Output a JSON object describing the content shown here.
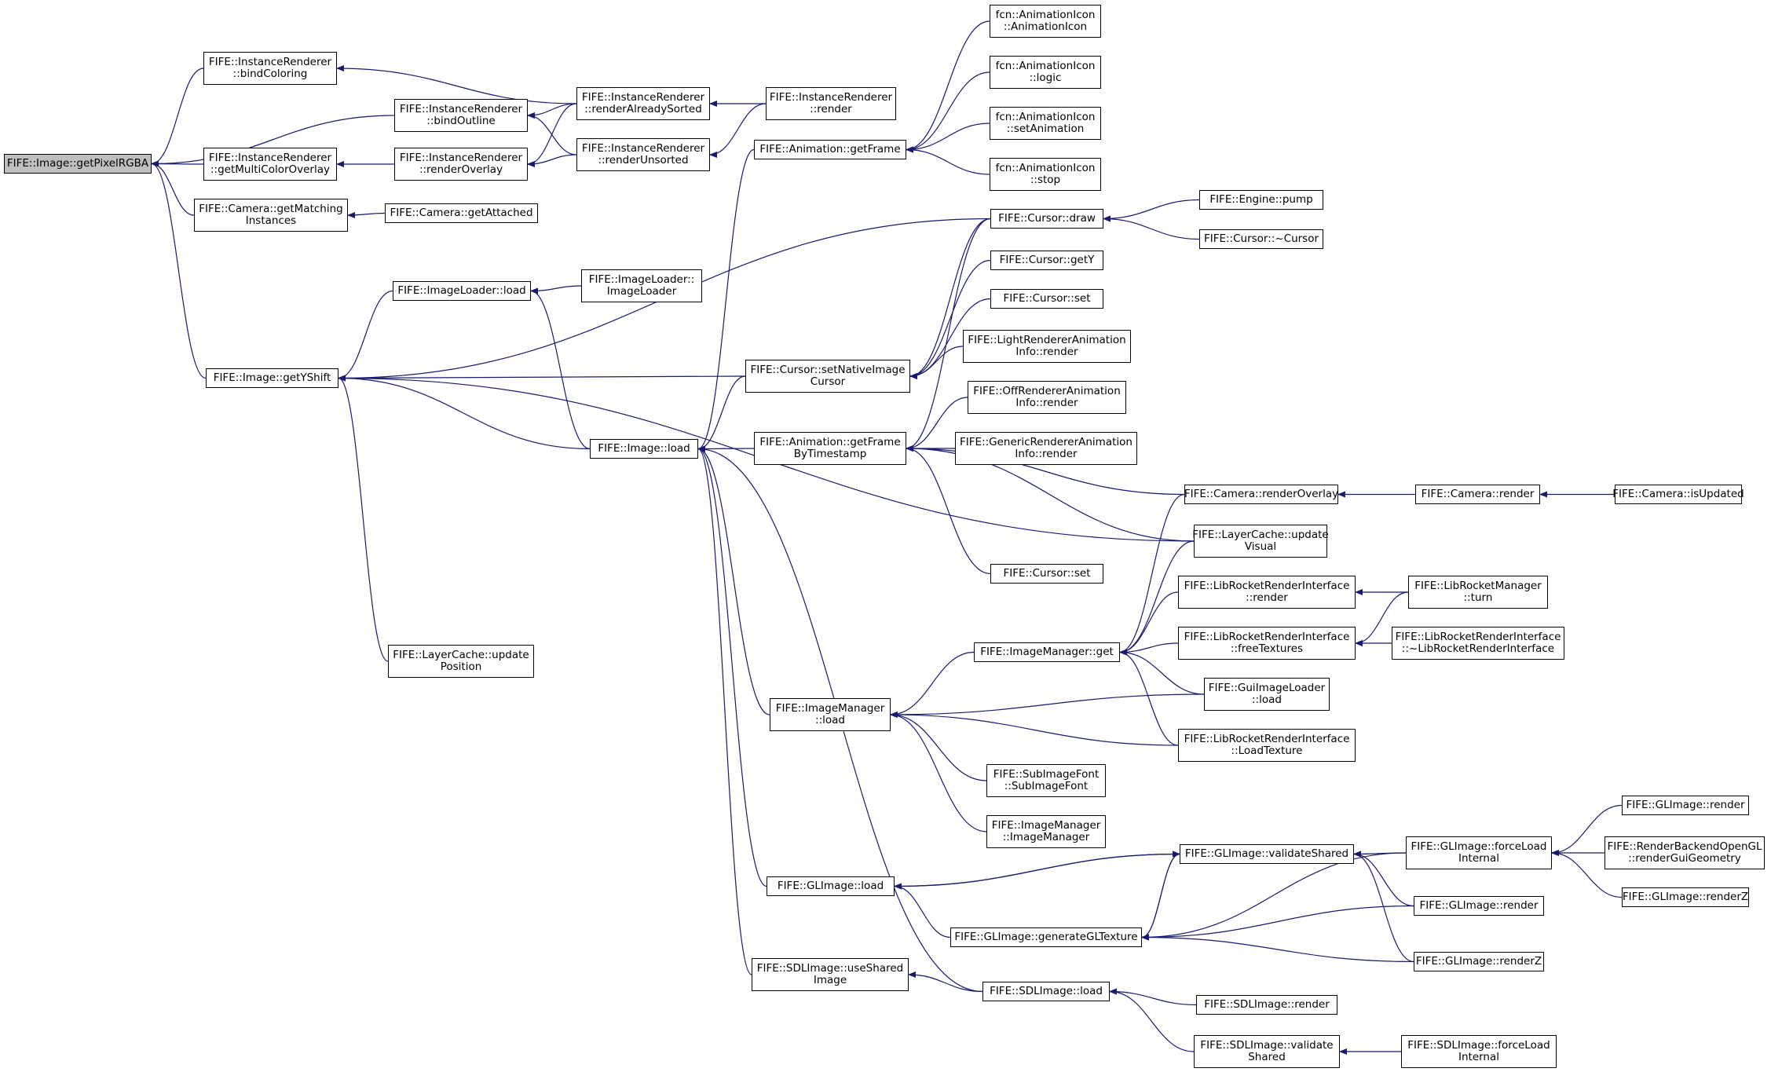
{
  "colors": {
    "edge": "#191970",
    "root_fill": "#bfbfbf",
    "node_fill": "#ffffff",
    "border": "#000000"
  },
  "nodes": {
    "n1": {
      "lines": [
        "FIFE::Image::getPixelRGBA"
      ]
    },
    "n2": {
      "lines": [
        "FIFE::InstanceRenderer",
        "::bindColoring"
      ]
    },
    "n3": {
      "lines": [
        "FIFE::InstanceRenderer",
        "::bindOutline"
      ]
    },
    "n4": {
      "lines": [
        "FIFE::InstanceRenderer",
        "::getMultiColorOverlay"
      ]
    },
    "n5": {
      "lines": [
        "FIFE::Camera::getMatching",
        "Instances"
      ]
    },
    "n6": {
      "lines": [
        "FIFE::Image::getYShift"
      ]
    },
    "n7": {
      "lines": [
        "FIFE::InstanceRenderer",
        "::renderAlreadySorted"
      ]
    },
    "n8": {
      "lines": [
        "FIFE::InstanceRenderer",
        "::renderUnsorted"
      ]
    },
    "n9": {
      "lines": [
        "FIFE::InstanceRenderer",
        "::renderOverlay"
      ]
    },
    "n10": {
      "lines": [
        "FIFE::InstanceRenderer",
        "::render"
      ]
    },
    "n11": {
      "lines": [
        "FIFE::Camera::getAttached"
      ]
    },
    "n12": {
      "lines": [
        "FIFE::ImageLoader::load"
      ]
    },
    "n13": {
      "lines": [
        "FIFE::ImageLoader::",
        "ImageLoader"
      ]
    },
    "n14": {
      "lines": [
        "FIFE::LayerCache::update",
        "Position"
      ]
    },
    "n15": {
      "lines": [
        "FIFE::Image::load"
      ]
    },
    "n16": {
      "lines": [
        "FIFE::Animation::getFrame"
      ]
    },
    "n17": {
      "lines": [
        "FIFE::Cursor::setNativeImage",
        "Cursor"
      ]
    },
    "n18": {
      "lines": [
        "FIFE::Animation::getFrame",
        "ByTimestamp"
      ]
    },
    "n19": {
      "lines": [
        "FIFE::ImageManager",
        "::load"
      ]
    },
    "n20": {
      "lines": [
        "FIFE::GLImage::load"
      ]
    },
    "n21": {
      "lines": [
        "FIFE::SDLImage::useShared",
        "Image"
      ]
    },
    "n22": {
      "lines": [
        "fcn::AnimationIcon",
        "::AnimationIcon"
      ]
    },
    "n23": {
      "lines": [
        "fcn::AnimationIcon",
        "::logic"
      ]
    },
    "n24": {
      "lines": [
        "fcn::AnimationIcon",
        "::setAnimation"
      ]
    },
    "n25": {
      "lines": [
        "fcn::AnimationIcon",
        "::stop"
      ]
    },
    "n26": {
      "lines": [
        "FIFE::Cursor::draw"
      ]
    },
    "n27": {
      "lines": [
        "FIFE::Cursor::getY"
      ]
    },
    "n28": {
      "lines": [
        "FIFE::Cursor::set"
      ]
    },
    "n29": {
      "lines": [
        "FIFE::LightRendererAnimation",
        "Info::render"
      ]
    },
    "n30": {
      "lines": [
        "FIFE::OffRendererAnimation",
        "Info::render"
      ]
    },
    "n31": {
      "lines": [
        "FIFE::GenericRendererAnimation",
        "Info::render"
      ]
    },
    "n32": {
      "lines": [
        "FIFE::Cursor::set"
      ]
    },
    "n33": {
      "lines": [
        "FIFE::ImageManager::get"
      ]
    },
    "n34": {
      "lines": [
        "FIFE::SubImageFont",
        "::SubImageFont"
      ]
    },
    "n35": {
      "lines": [
        "FIFE::ImageManager",
        "::ImageManager"
      ]
    },
    "n36": {
      "lines": [
        "FIFE::GLImage::generateGLTexture"
      ]
    },
    "n37": {
      "lines": [
        "FIFE::SDLImage::load"
      ]
    },
    "n38": {
      "lines": [
        "FIFE::Engine::pump"
      ]
    },
    "n39": {
      "lines": [
        "FIFE::Cursor::~Cursor"
      ]
    },
    "n40": {
      "lines": [
        "FIFE::Camera::renderOverlay"
      ]
    },
    "n41": {
      "lines": [
        "FIFE::LayerCache::update",
        "Visual"
      ]
    },
    "n42": {
      "lines": [
        "FIFE::LibRocketRenderInterface",
        "::render"
      ]
    },
    "n43": {
      "lines": [
        "FIFE::LibRocketRenderInterface",
        "::freeTextures"
      ]
    },
    "n44": {
      "lines": [
        "FIFE::GuiImageLoader",
        "::load"
      ]
    },
    "n45": {
      "lines": [
        "FIFE::LibRocketRenderInterface",
        "::LoadTexture"
      ]
    },
    "n46": {
      "lines": [
        "FIFE::GLImage::validateShared"
      ]
    },
    "n47": {
      "lines": [
        "FIFE::SDLImage::render"
      ]
    },
    "n48": {
      "lines": [
        "FIFE::SDLImage::validate",
        "Shared"
      ]
    },
    "n49": {
      "lines": [
        "FIFE::Camera::render"
      ]
    },
    "n50": {
      "lines": [
        "FIFE::LibRocketManager",
        "::turn"
      ]
    },
    "n51": {
      "lines": [
        "FIFE::LibRocketRenderInterface",
        "::~LibRocketRenderInterface"
      ]
    },
    "n52": {
      "lines": [
        "FIFE::GLImage::forceLoad",
        "Internal"
      ]
    },
    "n53": {
      "lines": [
        "FIFE::GLImage::render"
      ]
    },
    "n54": {
      "lines": [
        "FIFE::GLImage::renderZ"
      ]
    },
    "n55": {
      "lines": [
        "FIFE::SDLImage::forceLoad",
        "Internal"
      ]
    },
    "n56": {
      "lines": [
        "FIFE::Camera::isUpdated"
      ]
    },
    "n57": {
      "lines": [
        "FIFE::GLImage::render"
      ]
    },
    "n58": {
      "lines": [
        "FIFE::RenderBackendOpenGL",
        "::renderGuiGeometry"
      ]
    },
    "n59": {
      "lines": [
        "FIFE::GLImage::renderZ"
      ]
    }
  },
  "edges": [
    [
      "n2",
      "n1"
    ],
    [
      "n3",
      "n1"
    ],
    [
      "n4",
      "n1"
    ],
    [
      "n5",
      "n1"
    ],
    [
      "n6",
      "n1"
    ],
    [
      "n7",
      "n2"
    ],
    [
      "n7",
      "n3"
    ],
    [
      "n8",
      "n3"
    ],
    [
      "n9",
      "n4"
    ],
    [
      "n11",
      "n5"
    ],
    [
      "n12",
      "n6"
    ],
    [
      "n14",
      "n6"
    ],
    [
      "n15",
      "n6"
    ],
    [
      "n17",
      "n6"
    ],
    [
      "n26",
      "n6"
    ],
    [
      "n41",
      "n6"
    ],
    [
      "n10",
      "n7"
    ],
    [
      "n10",
      "n8"
    ],
    [
      "n7",
      "n9"
    ],
    [
      "n8",
      "n9"
    ],
    [
      "n13",
      "n12"
    ],
    [
      "n15",
      "n12"
    ],
    [
      "n16",
      "n15"
    ],
    [
      "n17",
      "n15"
    ],
    [
      "n18",
      "n15"
    ],
    [
      "n19",
      "n15"
    ],
    [
      "n20",
      "n15"
    ],
    [
      "n21",
      "n15"
    ],
    [
      "n37",
      "n15"
    ],
    [
      "n22",
      "n16"
    ],
    [
      "n23",
      "n16"
    ],
    [
      "n24",
      "n16"
    ],
    [
      "n25",
      "n16"
    ],
    [
      "n26",
      "n17"
    ],
    [
      "n27",
      "n17"
    ],
    [
      "n28",
      "n17"
    ],
    [
      "n29",
      "n17"
    ],
    [
      "n26",
      "n18"
    ],
    [
      "n30",
      "n18"
    ],
    [
      "n31",
      "n18"
    ],
    [
      "n32",
      "n18"
    ],
    [
      "n40",
      "n18"
    ],
    [
      "n41",
      "n18"
    ],
    [
      "n33",
      "n19"
    ],
    [
      "n34",
      "n19"
    ],
    [
      "n35",
      "n19"
    ],
    [
      "n44",
      "n19"
    ],
    [
      "n45",
      "n19"
    ],
    [
      "n36",
      "n20"
    ],
    [
      "n46",
      "n20"
    ],
    [
      "n37",
      "n21"
    ],
    [
      "n38",
      "n26"
    ],
    [
      "n39",
      "n26"
    ],
    [
      "n40",
      "n33"
    ],
    [
      "n41",
      "n33"
    ],
    [
      "n42",
      "n33"
    ],
    [
      "n43",
      "n33"
    ],
    [
      "n44",
      "n33"
    ],
    [
      "n45",
      "n33"
    ],
    [
      "n46",
      "n36"
    ],
    [
      "n52",
      "n36"
    ],
    [
      "n53",
      "n36"
    ],
    [
      "n54",
      "n36"
    ],
    [
      "n20",
      "n46"
    ],
    [
      "n52",
      "n46"
    ],
    [
      "n53",
      "n46"
    ],
    [
      "n54",
      "n46"
    ],
    [
      "n36",
      "n46"
    ],
    [
      "n47",
      "n37"
    ],
    [
      "n48",
      "n37"
    ],
    [
      "n49",
      "n40"
    ],
    [
      "n56",
      "n49"
    ],
    [
      "n50",
      "n42"
    ],
    [
      "n50",
      "n43"
    ],
    [
      "n51",
      "n43"
    ],
    [
      "n57",
      "n52"
    ],
    [
      "n58",
      "n52"
    ],
    [
      "n59",
      "n52"
    ],
    [
      "n55",
      "n48"
    ]
  ]
}
